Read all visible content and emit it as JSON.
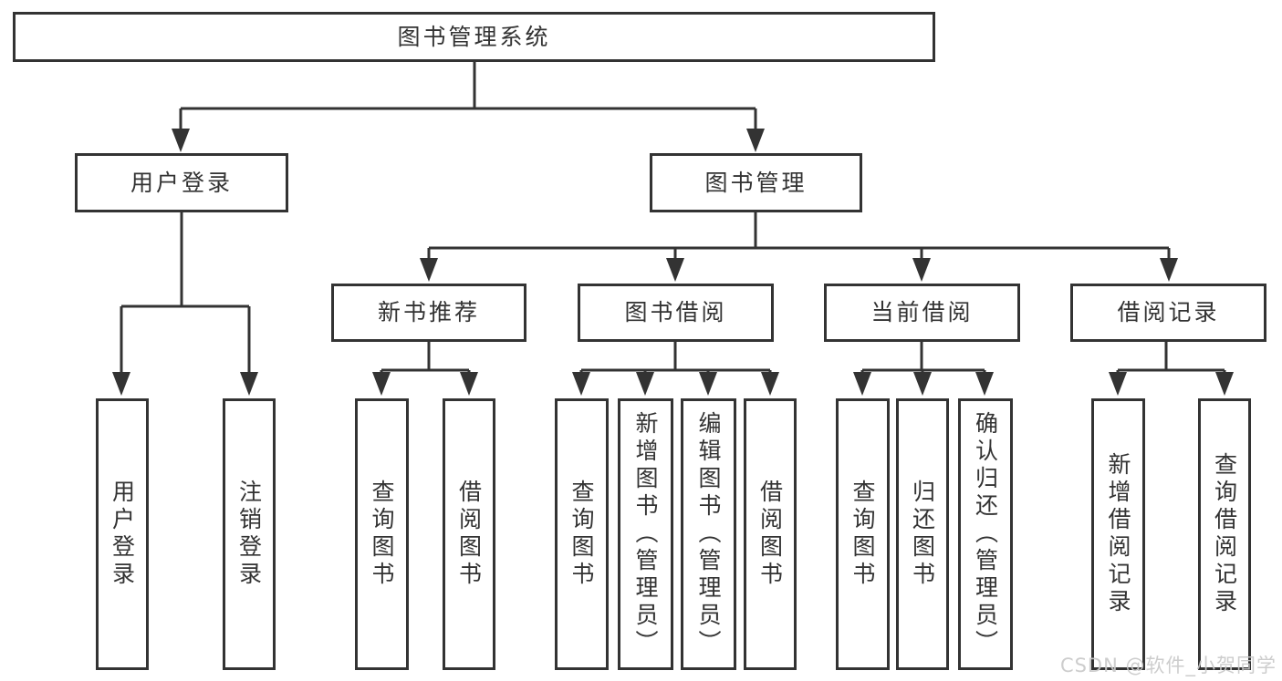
{
  "diagram": {
    "root": "图书管理系统",
    "branches": [
      {
        "label": "用户登录",
        "children": [
          {
            "label": "用户登录"
          },
          {
            "label": "注销登录"
          }
        ]
      },
      {
        "label": "图书管理",
        "children": [
          {
            "label": "新书推荐",
            "children": [
              {
                "label": "查询图书"
              },
              {
                "label": "借阅图书"
              }
            ]
          },
          {
            "label": "图书借阅",
            "children": [
              {
                "label": "查询图书"
              },
              {
                "label": "新增图书（管理员）"
              },
              {
                "label": "编辑图书（管理员）"
              },
              {
                "label": "借阅图书"
              }
            ]
          },
          {
            "label": "当前借阅",
            "children": [
              {
                "label": "查询图书"
              },
              {
                "label": "归还图书"
              },
              {
                "label": "确认归还（管理员）"
              }
            ]
          },
          {
            "label": "借阅记录",
            "children": [
              {
                "label": "新增借阅记录"
              },
              {
                "label": "查询借阅记录"
              }
            ]
          }
        ]
      }
    ]
  },
  "watermark": "CSDN @软件_小贺同学",
  "colors": {
    "line": "#333333",
    "text": "#333333",
    "background": "#ffffff",
    "watermark": "#c9c9c9"
  }
}
